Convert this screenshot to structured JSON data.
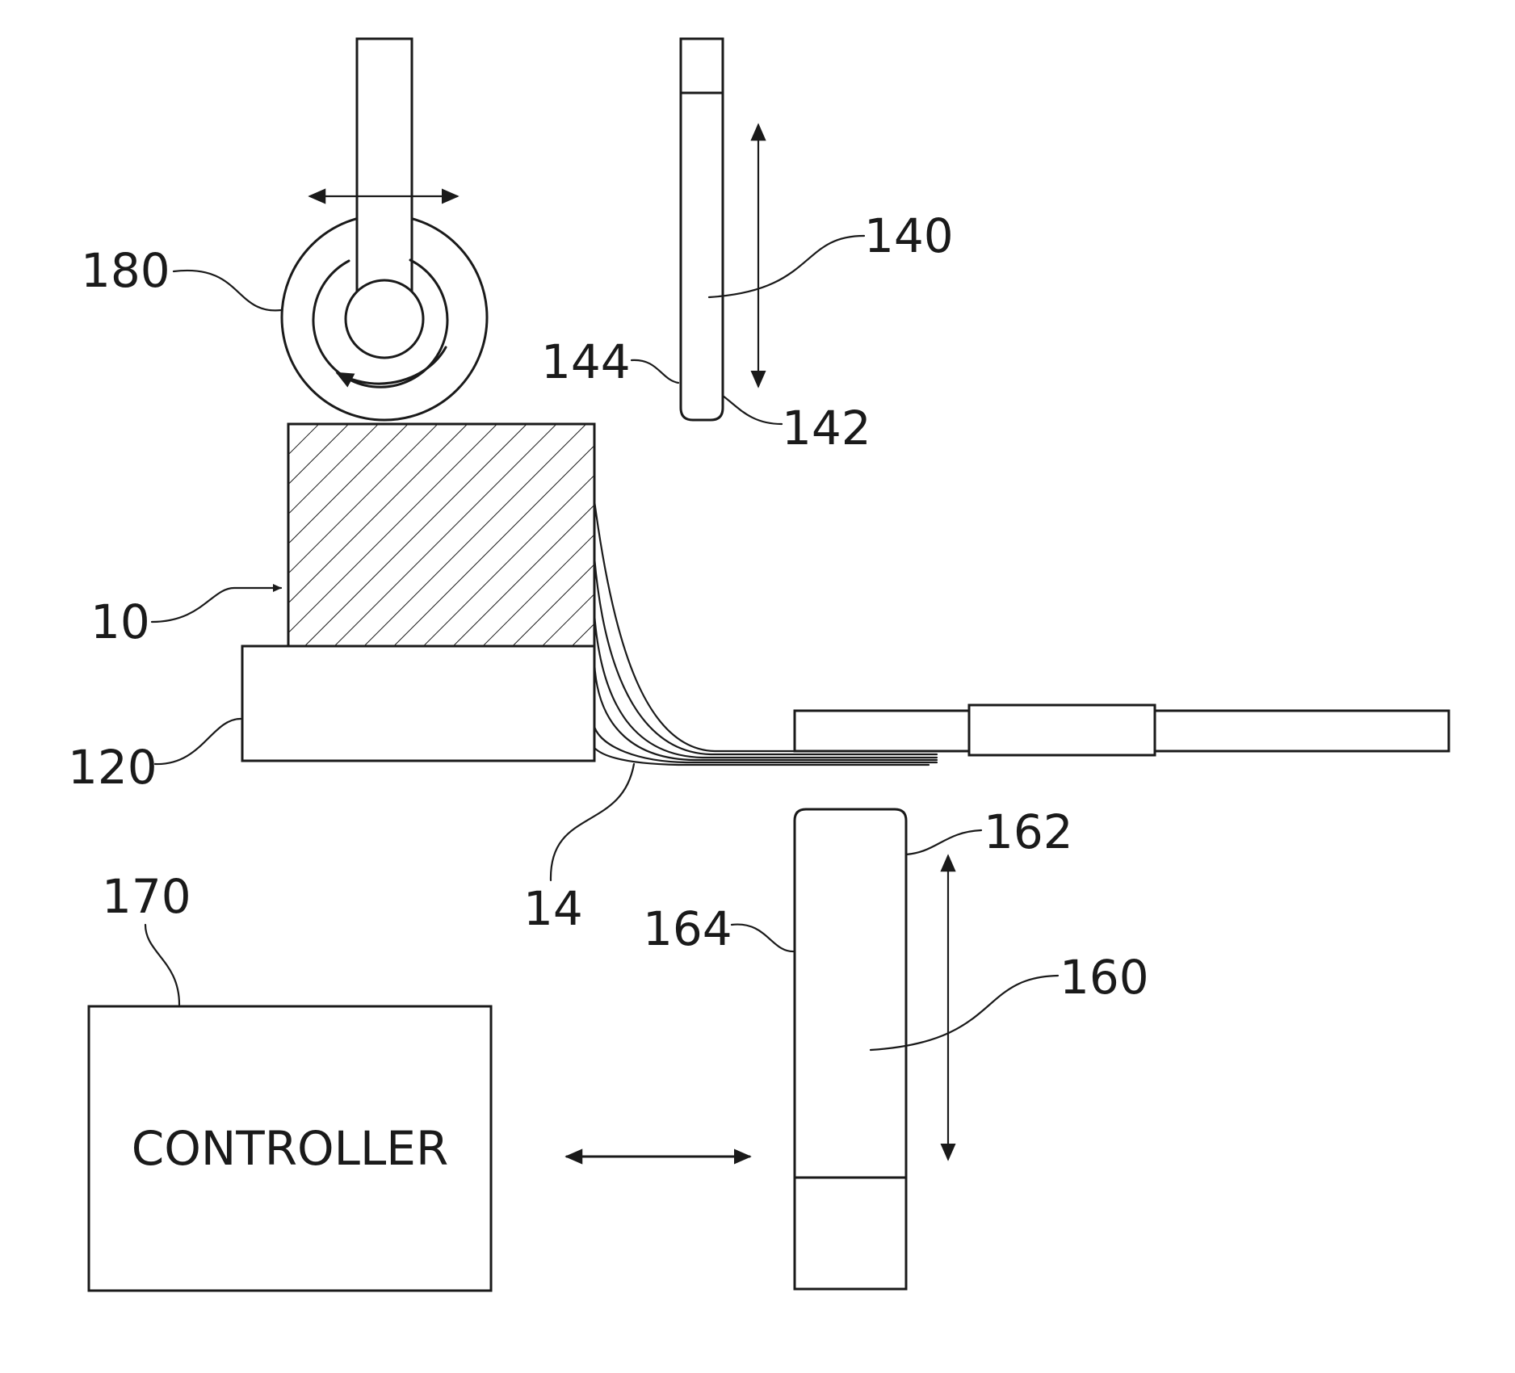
{
  "figure": {
    "controller_label": "CONTROLLER",
    "reference_numerals": {
      "roller": "180",
      "upper_blade": "140",
      "upper_blade_tip": "142",
      "upper_blade_side": "144",
      "stack": "10",
      "stage": "120",
      "film_strips": "14",
      "lower_blade_top": "162",
      "lower_blade": "160",
      "lower_blade_side": "164",
      "controller": "170"
    }
  }
}
